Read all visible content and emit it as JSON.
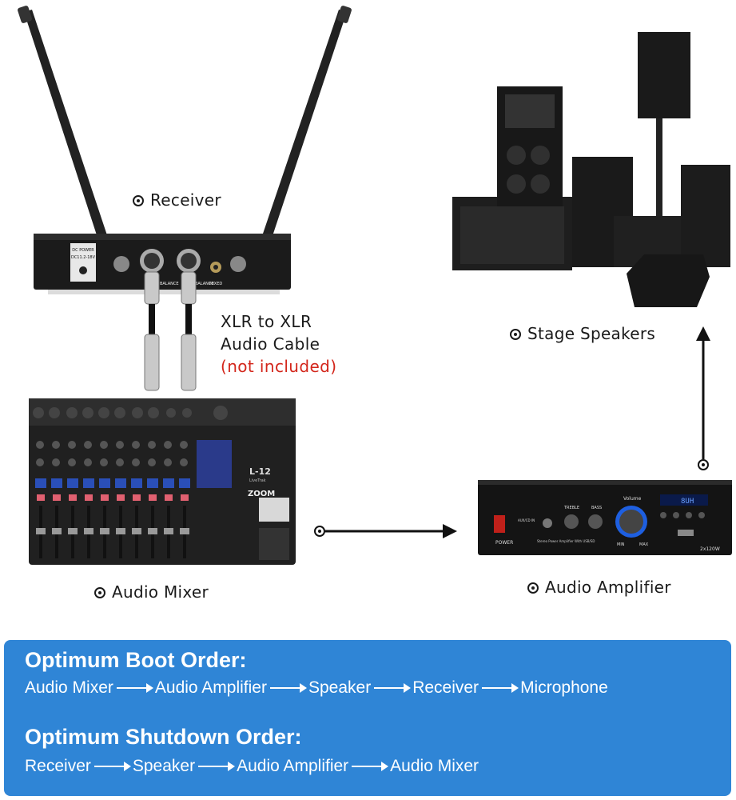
{
  "labels": {
    "receiver": "Receiver",
    "stage_speakers": "Stage Speakers",
    "audio_mixer": "Audio Mixer",
    "audio_amplifier": "Audio Amplifier"
  },
  "cable": {
    "line1": "XLR to XLR",
    "line2": "Audio Cable",
    "line3": "(not included)"
  },
  "device_text": {
    "receiver_dc": "DC POWER",
    "receiver_dc_spec": "DC11.2-18V",
    "receiver_balance1": "BALANCE",
    "receiver_balance2": "BALANCE",
    "receiver_mixed": "MIXED",
    "mixer_model": "L-12",
    "mixer_model_sub": "LiveTrak",
    "mixer_brand": "ZOOM",
    "amp_volume": "Volume",
    "amp_display": "8UH",
    "amp_power": "POWER",
    "amp_desc": "Stereo Power Amplifier With USB/SD",
    "amp_watt": "2x120W",
    "amp_treble": "TREBLE",
    "amp_bass": "BASS",
    "amp_min": "MIN",
    "amp_max": "MAX",
    "amp_aux": "AUX/CD IN"
  },
  "boot": {
    "title": "Optimum Boot Order:",
    "steps": [
      "Audio Mixer",
      "Audio Amplifier",
      "Speaker",
      "Receiver",
      "Microphone"
    ]
  },
  "shutdown": {
    "title": "Optimum Shutdown Order:",
    "steps": [
      "Receiver",
      "Speaker",
      "Audio Amplifier",
      "Audio Mixer"
    ]
  },
  "colors": {
    "panel_blue": "#2f85d6",
    "cable_note_red": "#d3261b",
    "device_black": "#151515"
  }
}
